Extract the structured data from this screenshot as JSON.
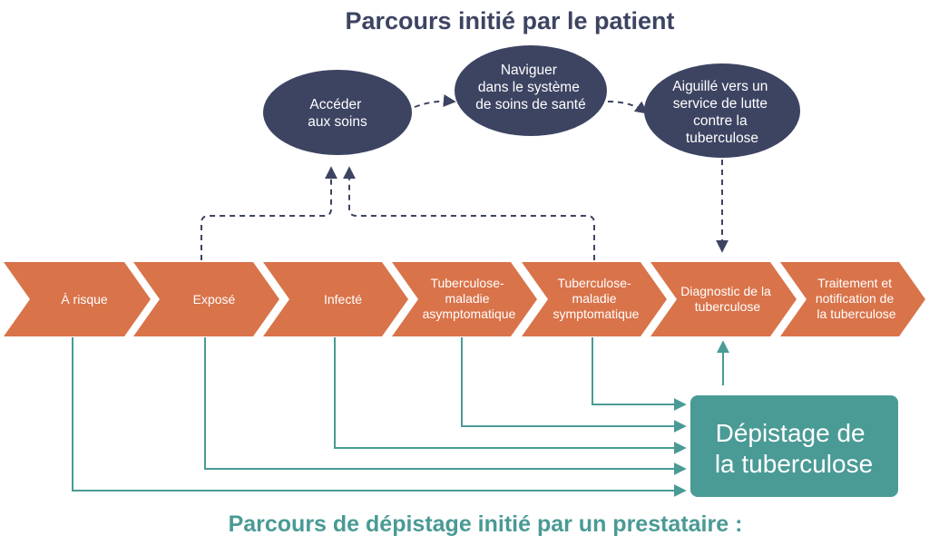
{
  "titles": {
    "patient_pathway": "Parcours initié par le patient",
    "provider_pathway": "Parcours de dépistage initié par un prestataire :"
  },
  "patient_steps": [
    {
      "lines": [
        "Accéder",
        "aux soins"
      ]
    },
    {
      "lines": [
        "Naviguer",
        "dans le système",
        "de soins de santé"
      ]
    },
    {
      "lines": [
        "Aiguillé vers un",
        "service de lutte",
        "contre la",
        "tuberculose"
      ]
    }
  ],
  "stages": [
    {
      "lines": [
        "À risque"
      ]
    },
    {
      "lines": [
        "Exposé"
      ]
    },
    {
      "lines": [
        "Infecté"
      ]
    },
    {
      "lines": [
        "Tuberculose-",
        "maladie",
        "asymptomatique"
      ]
    },
    {
      "lines": [
        "Tuberculose-",
        "maladie",
        "symptomatique"
      ]
    },
    {
      "lines": [
        "Diagnostic de la",
        "tuberculose"
      ]
    },
    {
      "lines": [
        "Traitement et",
        "notification de",
        "la tuberculose"
      ]
    }
  ],
  "screening_box": {
    "lines": [
      "Dépistage de",
      "la tuberculose"
    ]
  },
  "colors": {
    "stage_fill": "#d9734a",
    "node_fill": "#3d4462",
    "teal": "#4a9a95",
    "dark_text": "#3d4462"
  }
}
